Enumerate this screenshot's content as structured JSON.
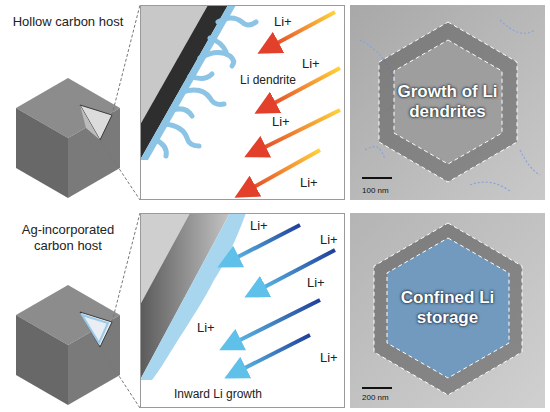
{
  "diagram": {
    "nodes": [
      {
        "text": [
          "Li+",
          "Li+",
          "Li+",
          "Li+",
          "Li dendrite"
        ]
      },
      {
        "text": [
          "Growth of Li dendrites",
          "100 nm"
        ]
      },
      {
        "text": [
          "Li+",
          "Li+",
          "Li+",
          "Li+",
          "Li+",
          "Inward Li growth"
        ]
      },
      {
        "text": [
          "Confined Li storage",
          "200 nm"
        ]
      }
    ],
    "labels": [
      "Hollow carbon host",
      "Ag-incorporated carbon host"
    ]
  }
}
